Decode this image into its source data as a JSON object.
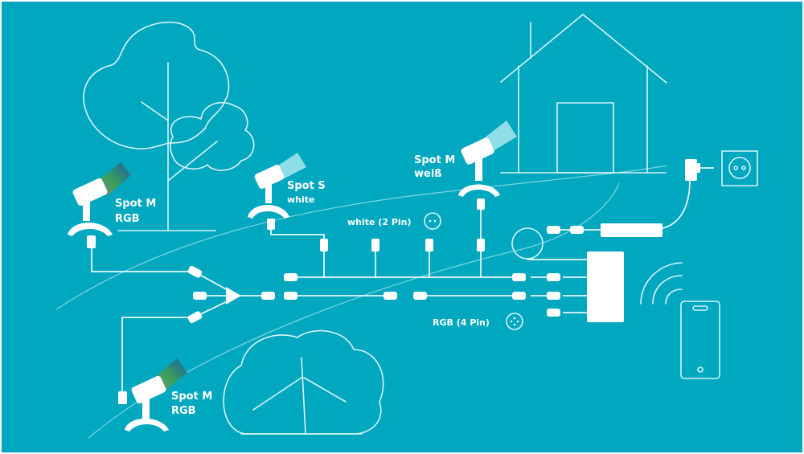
{
  "colors": {
    "background": "#00A8BF",
    "line": "#d8f3f7",
    "beam_white": "#8fdde6",
    "beam_rgb_start": "#8a8a8a",
    "beam_rgb_mid": "#3aa05a",
    "beam_rgb_end": "#1e5fa8"
  },
  "spots": [
    {
      "name": "Spot M",
      "type": "RGB"
    },
    {
      "name": "Spot S",
      "type": "white"
    },
    {
      "name": "Spot M",
      "type": "weiß"
    },
    {
      "name": "Spot M",
      "type": "RGB"
    }
  ],
  "connectors": {
    "white": {
      "label": "white (2 Pin)",
      "pins": 2
    },
    "rgb": {
      "label": "RGB (4 Pin)",
      "pins": 4
    }
  },
  "scene": {
    "objects": [
      "tree-large",
      "tree-small",
      "house",
      "bush",
      "wall-socket",
      "power-adapter",
      "transformer",
      "cable-coil",
      "controller-hub",
      "wifi-signal",
      "smartphone",
      "splitter"
    ]
  }
}
